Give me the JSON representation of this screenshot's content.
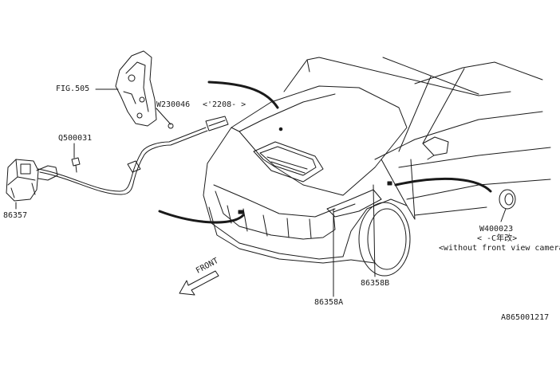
{
  "labels": {
    "fig": "FIG.505",
    "w230046": "W230046",
    "w230046_note": "<'2208- >",
    "q500031": "Q500031",
    "p86357": "86357",
    "p86358a": "86358A",
    "p86358b": "86358B",
    "w400023": "W400023",
    "w400023_note": "<     -C年改>",
    "w400023_cond": "<without front view camera>",
    "front": "FRONT",
    "diagram_id": "A865001217"
  },
  "colors": {
    "line": "#1a1a1a",
    "background": "#ffffff"
  }
}
